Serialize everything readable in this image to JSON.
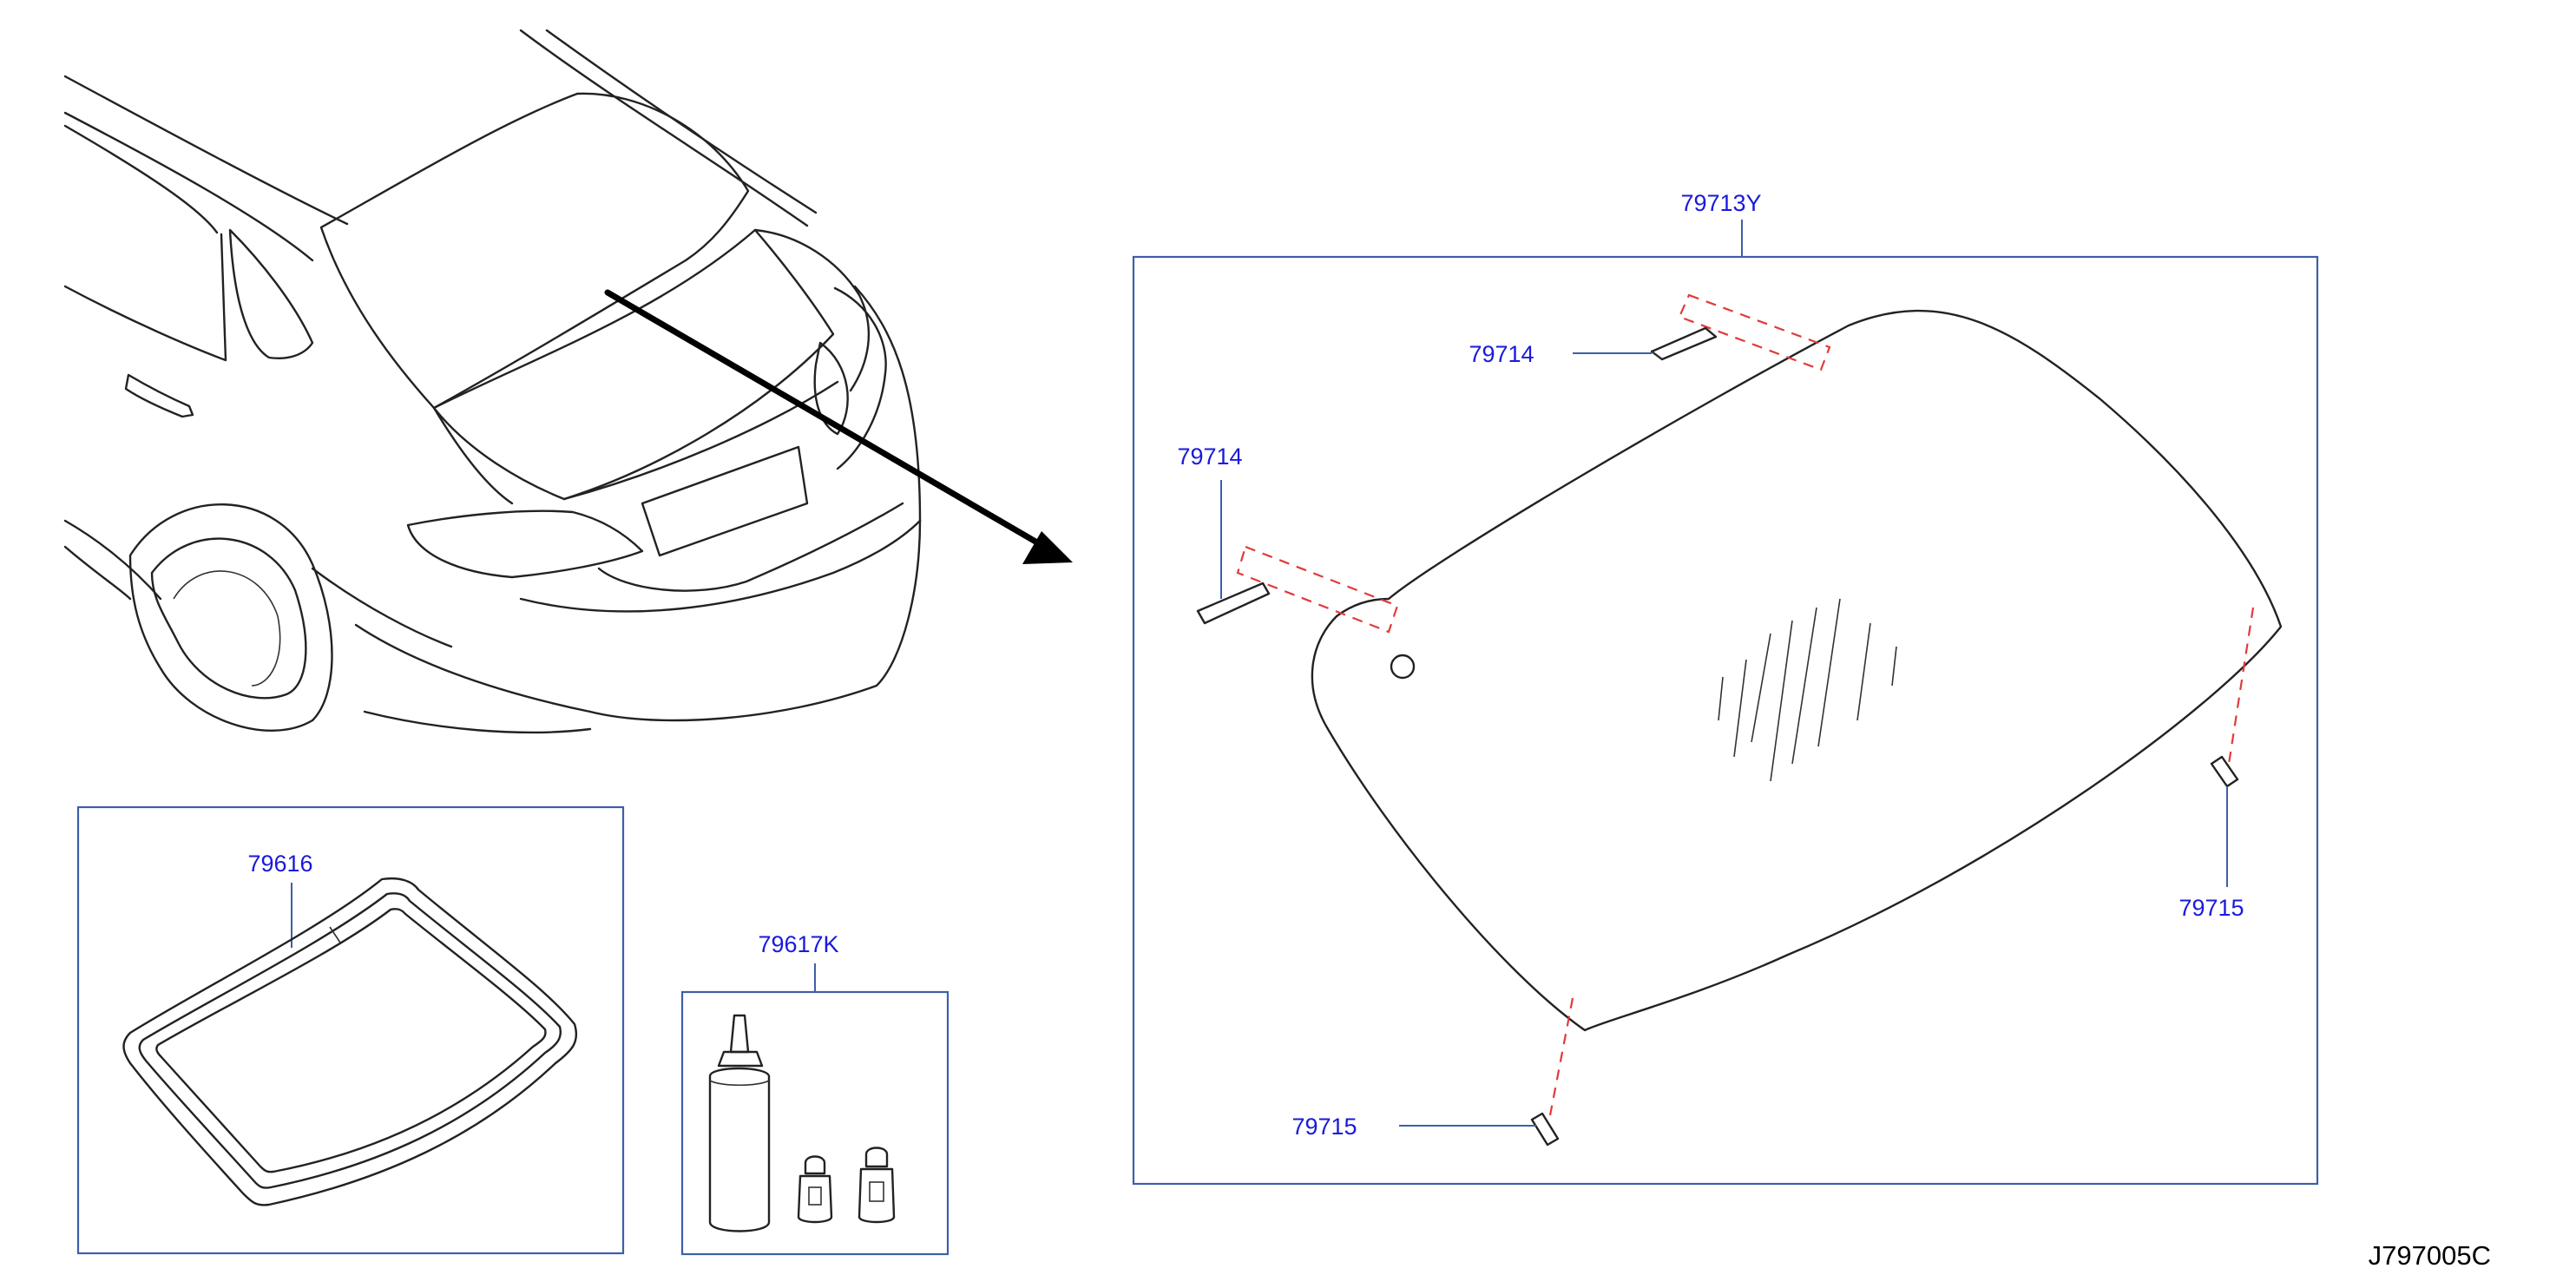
{
  "diagram": {
    "drawing_code": "J797005C",
    "parts": [
      {
        "part": "rear-window-glass",
        "label": "79713Y"
      },
      {
        "part": "spacer-top",
        "label": "79714"
      },
      {
        "part": "spacer-left",
        "label": "79714"
      },
      {
        "part": "fastener-right",
        "label": "79715"
      },
      {
        "part": "fastener-bottom",
        "label": "79715"
      },
      {
        "part": "moulding",
        "label": "79616"
      },
      {
        "part": "sealant-kit",
        "label": "79617K"
      }
    ]
  }
}
